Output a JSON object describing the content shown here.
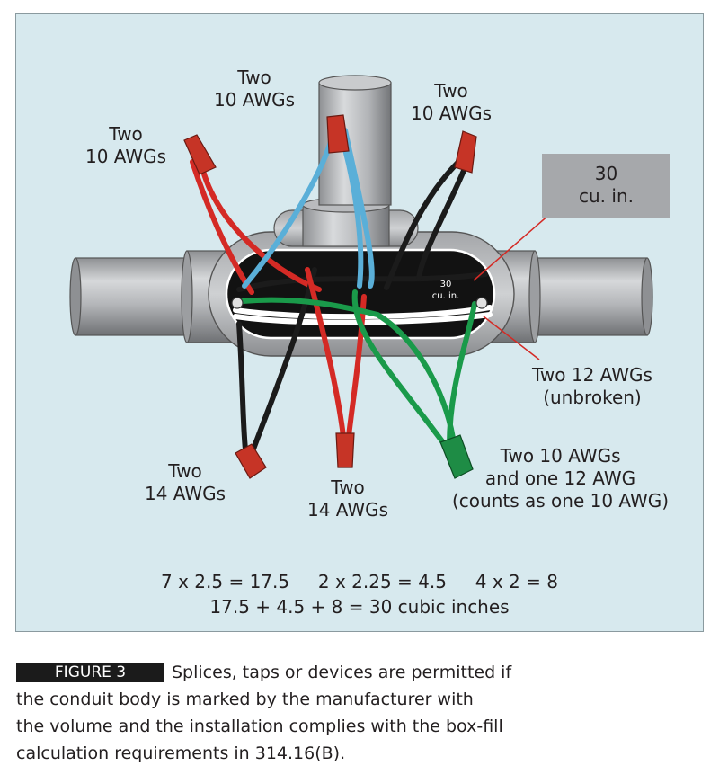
{
  "labels": {
    "top_left": [
      "Two",
      "10 AWGs"
    ],
    "top_center": [
      "Two",
      "10 AWGs"
    ],
    "top_right": [
      "Two",
      "10 AWGs"
    ],
    "volume_box": [
      "30",
      "cu. in."
    ],
    "marking": [
      "30",
      "cu. in."
    ],
    "unbroken": [
      "Two 12 AWGs",
      "(unbroken)"
    ],
    "bottom_left": [
      "Two",
      "14 AWGs"
    ],
    "bottom_center": [
      "Two",
      "14 AWGs"
    ],
    "bottom_right": [
      "Two 10 AWGs",
      "and one 12 AWG",
      "(counts as one 10 AWG)"
    ]
  },
  "calculation": {
    "line1": "7 x 2.5 = 17.5     2 x 2.25 = 4.5     4 x 2 = 8",
    "line2": "17.5 + 4.5 + 8 = 30 cubic inches"
  },
  "caption": {
    "tag": "FIGURE 3",
    "lines": [
      "Splices, taps or devices are permitted if",
      "the conduit body is marked by the manufacturer with",
      "the volume and the installation complies with the box-fill",
      "calculation requirements in 314.16(B)."
    ]
  },
  "colors": {
    "panel_bg": "#d7e9ee",
    "conduit": "#a8aaad",
    "wire_red": "#d42a25",
    "wire_blue": "#5aafd8",
    "wire_green": "#1a9a4a",
    "wire_black": "#1b1b1b",
    "wire_white": "#ffffff",
    "connector_red": "#c63426",
    "connector_green": "#1e8c45"
  }
}
